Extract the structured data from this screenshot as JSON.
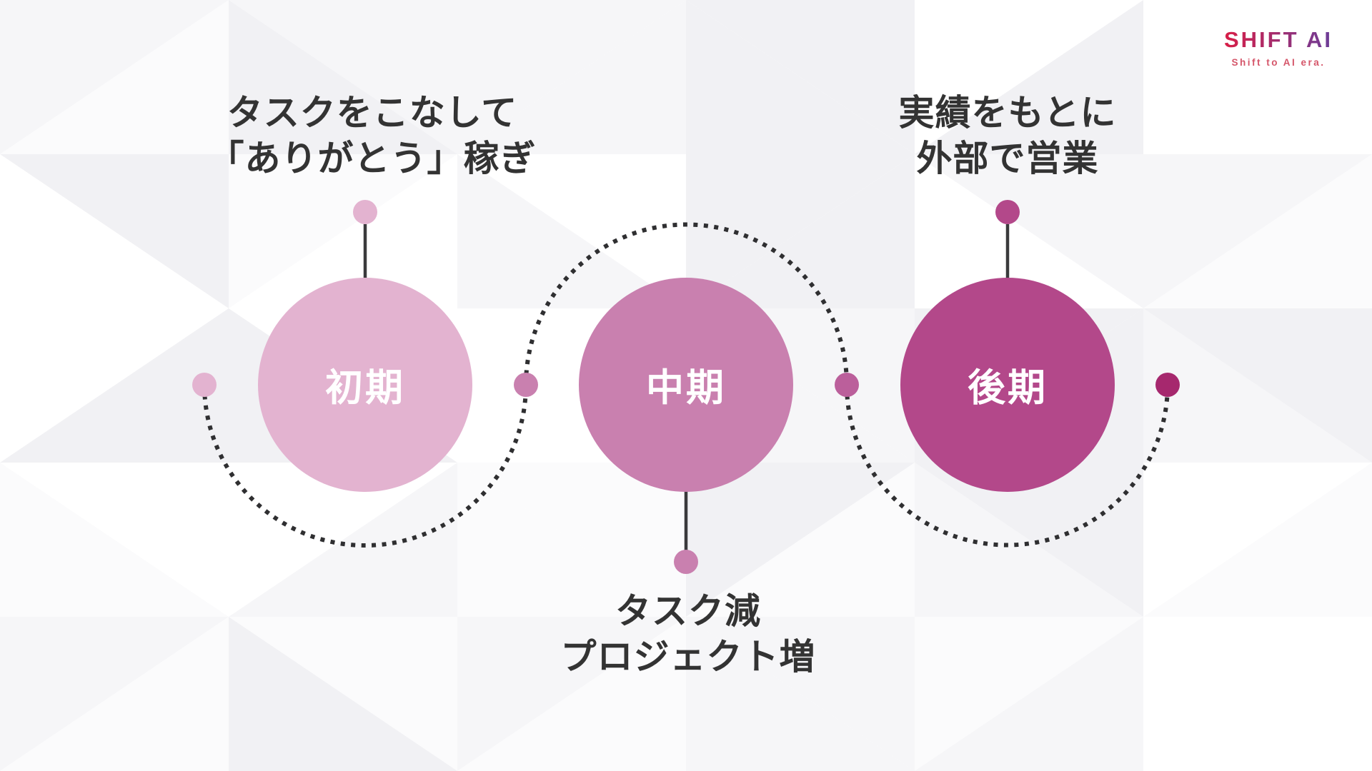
{
  "logo": {
    "title": "SHIFT AI",
    "tagline": "Shift to AI era."
  },
  "phases": [
    {
      "label": "初期",
      "circle_color": "#E3B3D0",
      "annotation_line1": "タスクをこなして",
      "annotation_line2": "「ありがとう」稼ぎ",
      "annotation_position": "top"
    },
    {
      "label": "中期",
      "circle_color": "#C980AF",
      "annotation_line1": "タスク減",
      "annotation_line2": "プロジェクト増",
      "annotation_position": "bottom"
    },
    {
      "label": "後期",
      "circle_color": "#B3488A",
      "annotation_line1": "実績をもとに",
      "annotation_line2": "外部で営業",
      "annotation_position": "top"
    }
  ],
  "colors": {
    "phase_early": "#E3B3D0",
    "phase_middle": "#C980AF",
    "phase_late": "#B3488A",
    "dot_far_left": "#E3B3D0",
    "dot_top_early": "#E3B3D0",
    "dot_between_1_2": "#C980AF",
    "dot_bottom_middle": "#C980AF",
    "dot_between_2_3": "#BB5F9B",
    "dot_top_late": "#B3488A",
    "dot_far_right": "#A6286E",
    "stem": "#3A3A3C",
    "dotted_arc": "#2F2F31",
    "annotation_text": "#333333",
    "circle_label_text": "#FFFFFF",
    "logo_gradient_start": "#D81E47",
    "logo_gradient_end": "#6B3D99",
    "logo_tagline": "#D5566A",
    "background_palette": [
      "#ffffff",
      "#fbfbfc",
      "#f6f6f8",
      "#f1f1f4"
    ]
  }
}
